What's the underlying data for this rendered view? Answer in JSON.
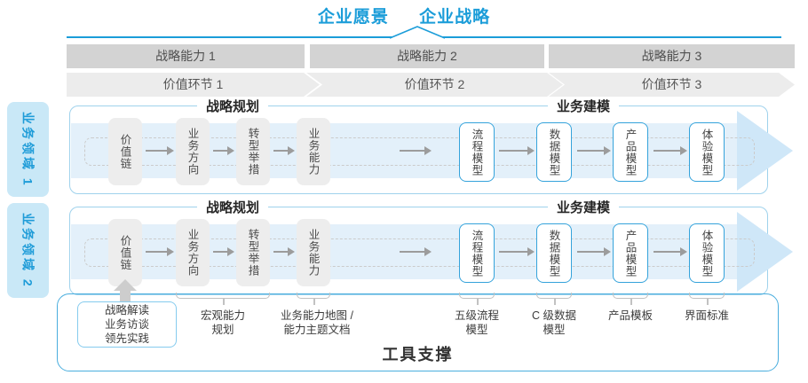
{
  "header": {
    "vision": "企业愿景",
    "strategy": "企业战略"
  },
  "strategy_capabilities": [
    {
      "label": "战略能力 1"
    },
    {
      "label": "战略能力 2"
    },
    {
      "label": "战略能力 3"
    }
  ],
  "value_links": [
    {
      "label": "价值环节 1"
    },
    {
      "label": "价值环节 2"
    },
    {
      "label": "价值环节 3"
    }
  ],
  "rows": [
    {
      "domain": "业务领域 1",
      "planning_title": "战略规划",
      "modeling_title": "业务建模",
      "boxes": [
        {
          "label": "价值链"
        },
        {
          "label": "业务方向"
        },
        {
          "label": "转型举措"
        },
        {
          "label": "业务能力"
        },
        {
          "label": "流程模型"
        },
        {
          "label": "数据模型"
        },
        {
          "label": "产品模型"
        },
        {
          "label": "体验模型"
        }
      ]
    },
    {
      "domain": "业务领域 2",
      "planning_title": "战略规划",
      "modeling_title": "业务建模",
      "boxes": [
        {
          "label": "价值链"
        },
        {
          "label": "业务方向"
        },
        {
          "label": "转型举措"
        },
        {
          "label": "业务能力"
        },
        {
          "label": "流程模型"
        },
        {
          "label": "数据模型"
        },
        {
          "label": "产品模型"
        },
        {
          "label": "体验模型"
        }
      ]
    }
  ],
  "callouts": {
    "insight_box": {
      "lines": [
        "战略解读",
        "业务访谈",
        "领先实践"
      ]
    },
    "items": [
      {
        "line1": "宏观能力",
        "line2": "规划"
      },
      {
        "line1": "业务能力地图 /",
        "line2": "能力主题文档"
      },
      {
        "line1": "五级流程",
        "line2": "模型"
      },
      {
        "line1": "C 级数据",
        "line2": "模型"
      },
      {
        "line1": "产品模板",
        "line2": ""
      },
      {
        "line1": "界面标准",
        "line2": ""
      }
    ]
  },
  "footer": {
    "tool_support": "工具支撑"
  },
  "colors": {
    "accent": "#1b9dd9",
    "frame_border": "#9fd2ec",
    "tool_border": "#4aaede",
    "outlined_box_border": "#35a3db",
    "band": "#e3f0fa",
    "arrowhead": "#cfe7f8",
    "bar_bg": "#d3d3d3",
    "chevron_bg": "#ececec",
    "domain_bg": "#c9e8f7"
  }
}
